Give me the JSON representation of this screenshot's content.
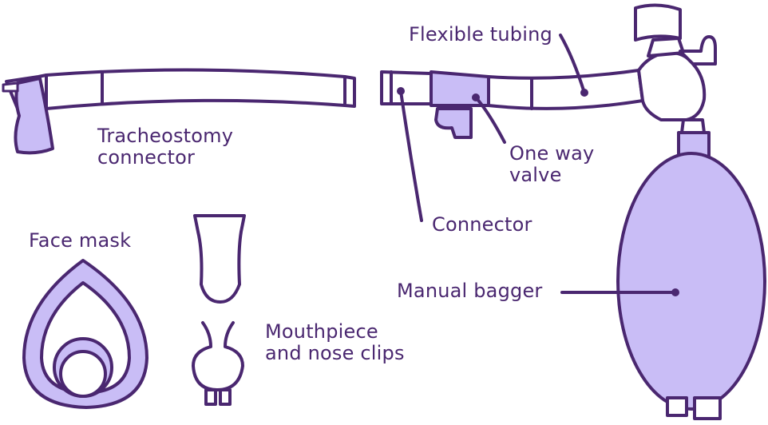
{
  "labels": {
    "tracheostomy_connector": [
      "Tracheostomy",
      "connector"
    ],
    "flexible_tubing": "Flexible tubing",
    "one_way_valve": [
      "One way",
      "valve"
    ],
    "connector": "Connector",
    "manual_bagger": "Manual bagger",
    "face_mask": "Face mask",
    "mouthpiece_nose_clips": [
      "Mouthpiece",
      "and nose clips"
    ]
  },
  "colors": {
    "outline": "#4a2770",
    "accent_fill": "#c9bdf6",
    "background": "#ffffff"
  }
}
